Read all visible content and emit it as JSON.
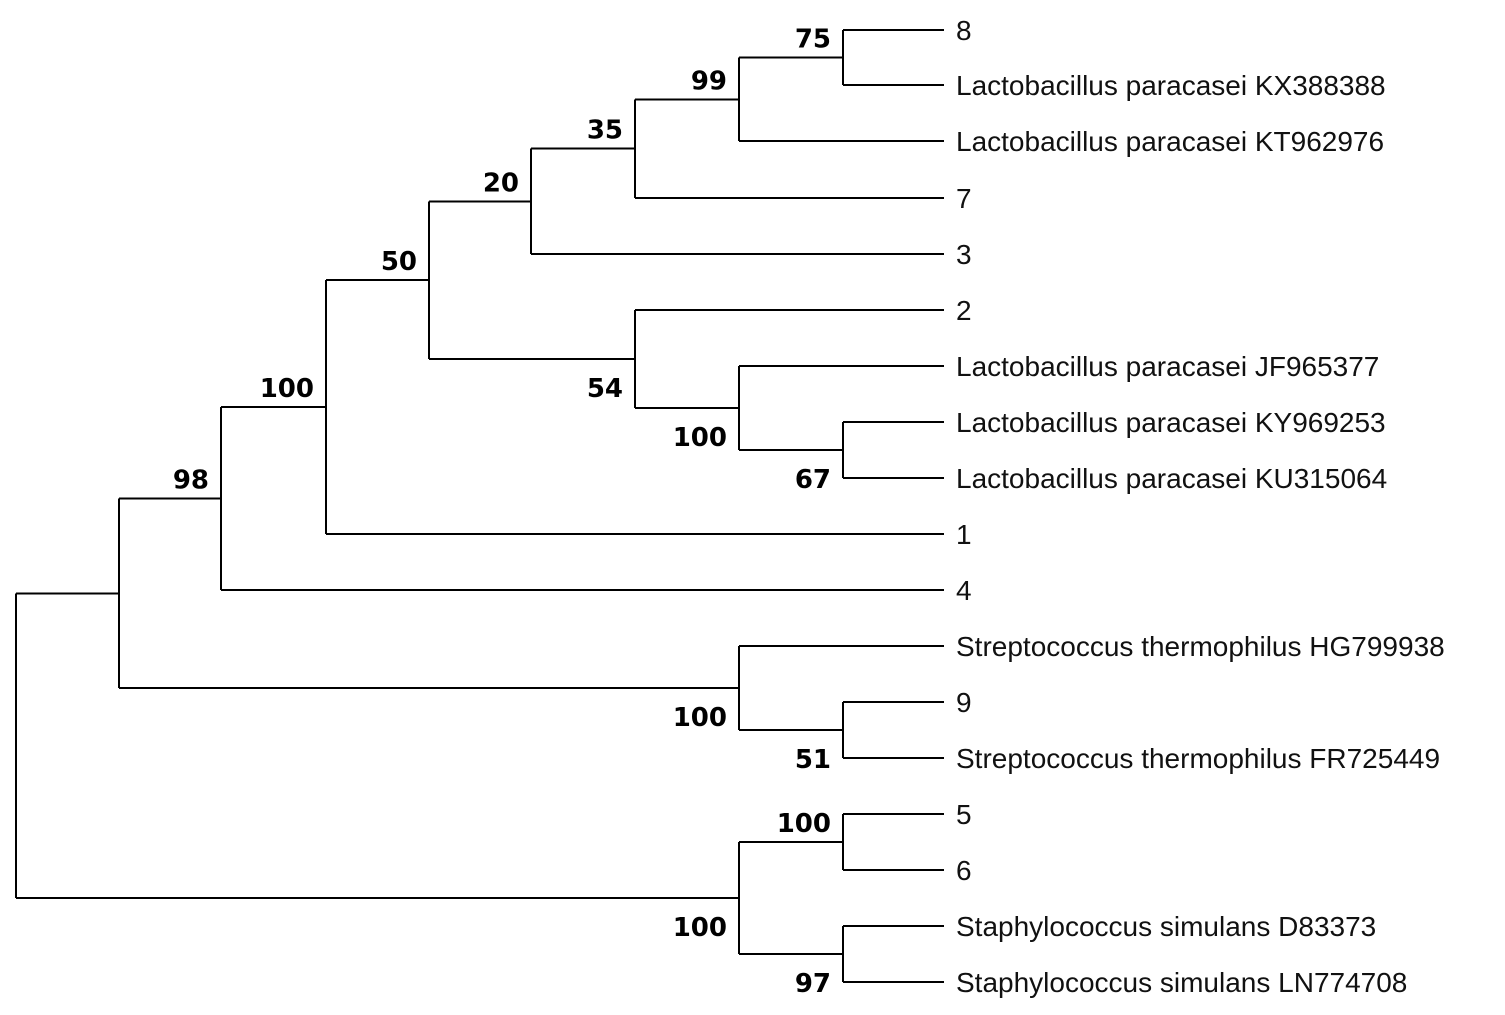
{
  "tree": {
    "leaves": [
      {
        "id": "L0",
        "label": "8"
      },
      {
        "id": "L1",
        "label": "Lactobacillus paracasei KX388388"
      },
      {
        "id": "L2",
        "label": "Lactobacillus paracasei KT962976"
      },
      {
        "id": "L3",
        "label": "7"
      },
      {
        "id": "L4",
        "label": "3"
      },
      {
        "id": "L5",
        "label": "2"
      },
      {
        "id": "L6",
        "label": "Lactobacillus paracasei JF965377"
      },
      {
        "id": "L7",
        "label": "Lactobacillus paracasei KY969253"
      },
      {
        "id": "L8",
        "label": "Lactobacillus paracasei KU315064"
      },
      {
        "id": "L9",
        "label": "1"
      },
      {
        "id": "L10",
        "label": "4"
      },
      {
        "id": "L11",
        "label": "Streptococcus thermophilus HG799938"
      },
      {
        "id": "L12",
        "label": "9"
      },
      {
        "id": "L13",
        "label": "Streptococcus thermophilus FR725449"
      },
      {
        "id": "L14",
        "label": "5"
      },
      {
        "id": "L15",
        "label": "6"
      },
      {
        "id": "L16",
        "label": "Staphylococcus simulans D83373"
      },
      {
        "id": "L17",
        "label": "Staphylococcus simulans LN774708"
      }
    ],
    "nodes": [
      {
        "id": "N75",
        "support": "75",
        "children": [
          "L0",
          "L1"
        ]
      },
      {
        "id": "N99",
        "support": "99",
        "children": [
          "N75",
          "L2"
        ]
      },
      {
        "id": "N35",
        "support": "35",
        "children": [
          "N99",
          "L3"
        ]
      },
      {
        "id": "N20",
        "support": "20",
        "children": [
          "N35",
          "L4"
        ]
      },
      {
        "id": "N67",
        "support": "67",
        "children": [
          "L7",
          "L8"
        ]
      },
      {
        "id": "N100a",
        "support": "100",
        "children": [
          "L6",
          "N67"
        ]
      },
      {
        "id": "N54",
        "support": "54",
        "children": [
          "L5",
          "N100a"
        ]
      },
      {
        "id": "N50",
        "support": "50",
        "children": [
          "N20",
          "N54"
        ]
      },
      {
        "id": "N100b",
        "support": "100",
        "children": [
          "N50",
          "L9"
        ]
      },
      {
        "id": "N98",
        "support": "98",
        "children": [
          "N100b",
          "L10"
        ]
      },
      {
        "id": "N51",
        "support": "51",
        "children": [
          "L12",
          "L13"
        ]
      },
      {
        "id": "N100c",
        "support": "100",
        "children": [
          "L11",
          "N51"
        ]
      },
      {
        "id": "NS",
        "support": "",
        "children": [
          "N98",
          "N100c"
        ]
      },
      {
        "id": "N100d",
        "support": "100",
        "children": [
          "L14",
          "L15"
        ]
      },
      {
        "id": "N97",
        "support": "97",
        "children": [
          "L16",
          "L17"
        ]
      },
      {
        "id": "N100e",
        "support": "100",
        "children": [
          "N100d",
          "N97"
        ]
      },
      {
        "id": "ROOT",
        "support": "",
        "children": [
          "NS",
          "N100e"
        ]
      }
    ]
  }
}
